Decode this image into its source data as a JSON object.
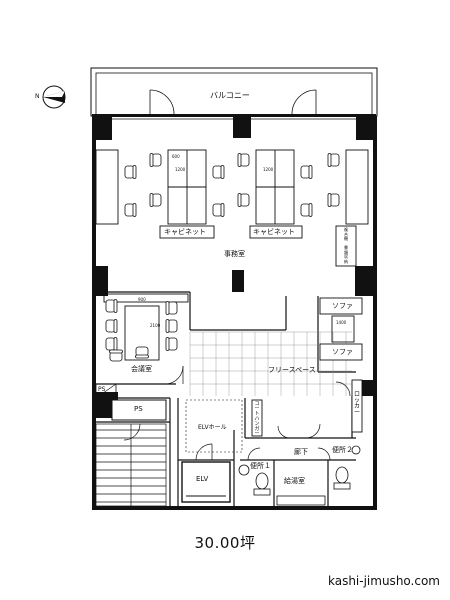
{
  "compass": {
    "letter": "N"
  },
  "rooms": {
    "balcony": "バルコニー",
    "office": "事務室",
    "meeting": "会議室",
    "free_space": "フリースペース",
    "hallway": "廊下",
    "kitchenette": "給湯室",
    "toilet1": "便所１",
    "toilet2": "便所２",
    "elv": "ELV",
    "elv_hall": "ELVホール",
    "ps_upper": "PS",
    "ps_small": "PS"
  },
  "furniture": {
    "cabinet_left": "キャビネット",
    "cabinet_right": "キャビネット",
    "sofa_top": "ソファ",
    "sofa_bottom": "ソファ",
    "coat_hanger": "コートハンガー",
    "locker": "ロッカー",
    "shelf": "複合機　書類収納",
    "dim_left_w": "600",
    "dim_left_h": "1200",
    "dim_right_h": "1200",
    "dim_meeting_w": "900",
    "dim_meeting_h": "2100",
    "dim_sofa": "1400"
  },
  "area": "30.00坪",
  "site": "kashi-jimusho.com"
}
